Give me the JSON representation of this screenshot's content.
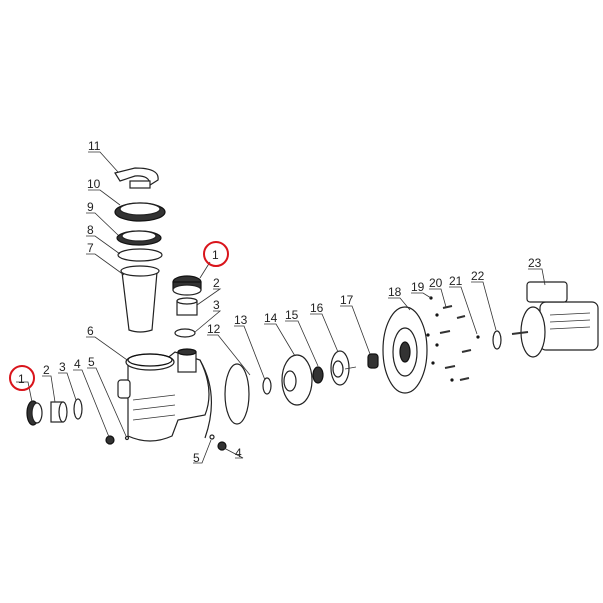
{
  "diagram": {
    "title": "Pool pump exploded parts diagram",
    "highlight_color": "#d9141b",
    "highlighted_part": "1",
    "callouts": {
      "p11": "11",
      "p10": "10",
      "p9": "9",
      "p8": "8",
      "p7": "7",
      "p1_top": "1",
      "p2_top": "2",
      "p3_top": "3",
      "p6": "6",
      "p12": "12",
      "p13": "13",
      "p14": "14",
      "p15": "15",
      "p16": "16",
      "p17": "17",
      "p18": "18",
      "p19": "19",
      "p20": "20",
      "p21": "21",
      "p22": "22",
      "p23": "23",
      "p1_left": "1",
      "p2_left": "2",
      "p3_left": "3",
      "p4_left": "4",
      "p5_left": "5",
      "p5_bottom": "5",
      "p4_bottom": "4"
    }
  }
}
